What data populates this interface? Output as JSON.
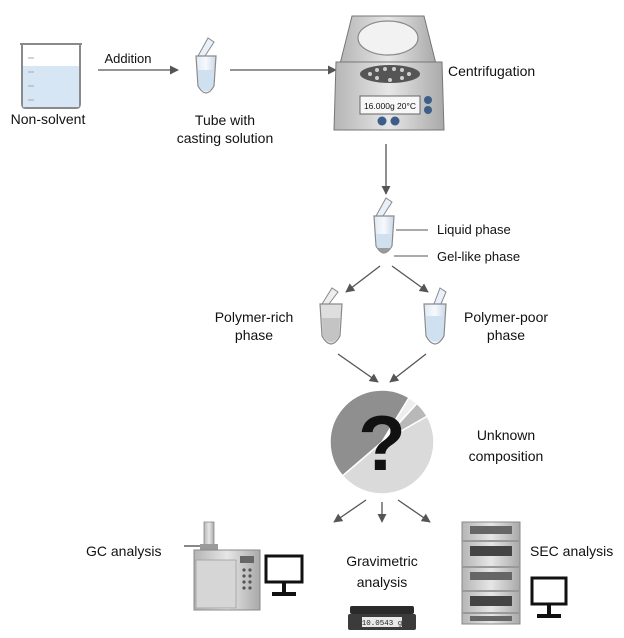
{
  "labels": {
    "non_solvent": "Non-solvent",
    "addition": "Addition",
    "tube_line1": "Tube with",
    "tube_line2": "casting solution",
    "centrifugation": "Centrifugation",
    "display_text": "16.000g  20°C",
    "liquid_phase": "Liquid phase",
    "gel_phase": "Gel-like phase",
    "rich_line1": "Polymer-rich",
    "rich_line2": "phase",
    "poor_line1": "Polymer-poor",
    "poor_line2": "phase",
    "question": "?",
    "unknown_line1": "Unknown",
    "unknown_line2": "composition",
    "gc_analysis": "GC analysis",
    "grav_line1": "Gravimetric",
    "grav_line2": "analysis",
    "scale_readout": "10.0543 g",
    "sec_analysis": "SEC analysis"
  },
  "colors": {
    "liquid": "#d6e6f4",
    "tube_fill": "#e8f1f9",
    "instrument_gray": "#c9c9c9",
    "dark_gray": "#555555",
    "button_blue": "#3a5f8a",
    "arrow": "#555555"
  },
  "pie_fractions": [
    0.47,
    0.45,
    0.03,
    0.05
  ]
}
